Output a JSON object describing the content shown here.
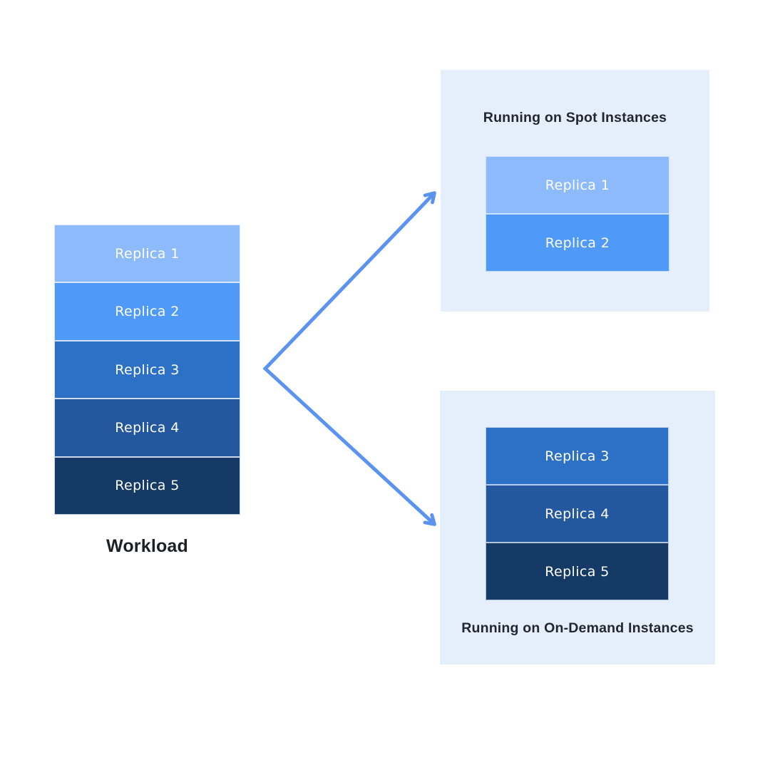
{
  "colors": {
    "background": "#ffffff",
    "panel_bg": "#e5effc",
    "arrow": "#5b93f0",
    "replica_text": "#ffffff",
    "title_text": "#23262e",
    "replica_1": "#8cbafa",
    "replica_2": "#4f9af8",
    "replica_3": "#2c71c6",
    "replica_4": "#24589e",
    "replica_5": "#153a65"
  },
  "workload": {
    "label": "Workload",
    "replicas": [
      {
        "label": "Replica 1",
        "color": "#8cbafa"
      },
      {
        "label": "Replica 2",
        "color": "#4f9af8"
      },
      {
        "label": "Replica 3",
        "color": "#2c71c6"
      },
      {
        "label": "Replica 4",
        "color": "#24589e"
      },
      {
        "label": "Replica 5",
        "color": "#153a65"
      }
    ]
  },
  "spot_panel": {
    "title": "Running on Spot Instances",
    "replicas": [
      {
        "label": "Replica 1",
        "color": "#8cbafa"
      },
      {
        "label": "Replica 2",
        "color": "#4f9af8"
      }
    ]
  },
  "ondemand_panel": {
    "title": "Running on On-Demand Instances",
    "replicas": [
      {
        "label": "Replica 3",
        "color": "#2c71c6"
      },
      {
        "label": "Replica 4",
        "color": "#24589e"
      },
      {
        "label": "Replica 5",
        "color": "#153a65"
      }
    ]
  }
}
